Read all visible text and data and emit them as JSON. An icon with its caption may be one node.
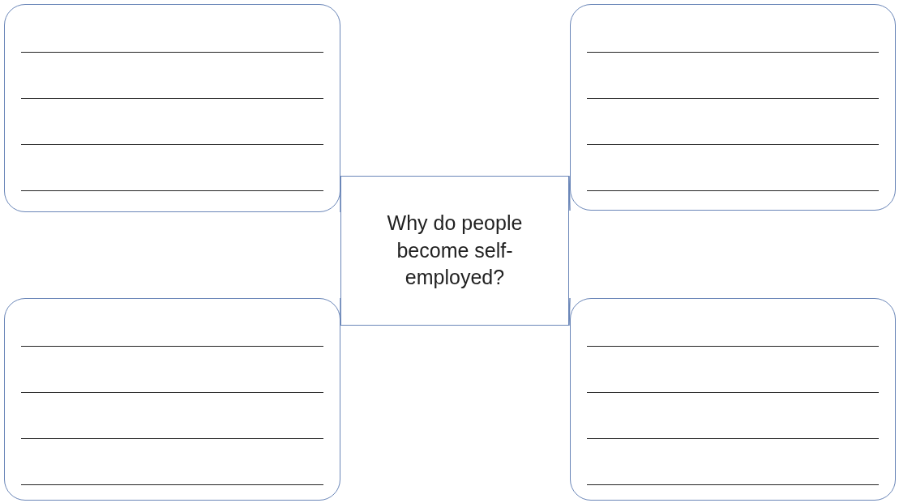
{
  "diagram": {
    "nodes": [
      {
        "text": [],
        "shape": "box"
      },
      {
        "text": [],
        "shape": "box"
      },
      {
        "text": [
          "Why do people become self-employed?"
        ]
      },
      {
        "text": [],
        "shape": "box"
      },
      {
        "text": [],
        "shape": "box"
      }
    ],
    "edges": [
      {
        "from": 0,
        "to": 2,
        "arrow": "none"
      },
      {
        "from": 1,
        "to": 2,
        "arrow": "none"
      },
      {
        "from": 3,
        "to": 2,
        "arrow": "none"
      },
      {
        "from": 4,
        "to": 2,
        "arrow": "none"
      }
    ]
  }
}
